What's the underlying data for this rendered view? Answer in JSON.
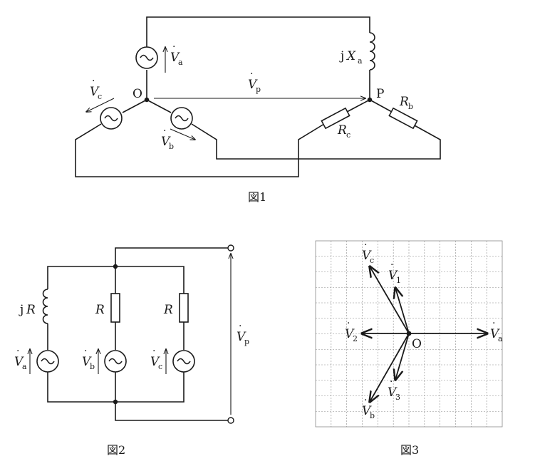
{
  "fig1": {
    "caption": "図1",
    "node_o": "O",
    "node_p": "P",
    "va": {
      "main": "V",
      "sub": "a"
    },
    "vb": {
      "main": "V",
      "sub": "b"
    },
    "vc": {
      "main": "V",
      "sub": "c"
    },
    "vp": {
      "main": "V",
      "sub": "p"
    },
    "jxa": {
      "prefix": "j",
      "main": "X",
      "sub": "a"
    },
    "rb": {
      "main": "R",
      "sub": "b"
    },
    "rc": {
      "main": "R",
      "sub": "c"
    }
  },
  "fig2": {
    "caption": "図2",
    "jr": {
      "prefix": "j",
      "main": "R"
    },
    "r1": "R",
    "r2": "R",
    "va": {
      "main": "V",
      "sub": "a"
    },
    "vb": {
      "main": "V",
      "sub": "b"
    },
    "vc": {
      "main": "V",
      "sub": "c"
    },
    "vp": {
      "main": "V",
      "sub": "p"
    }
  },
  "fig3": {
    "caption": "図3",
    "origin": "O",
    "va": {
      "main": "V",
      "sub": "a"
    },
    "vb": {
      "main": "V",
      "sub": "b"
    },
    "vc": {
      "main": "V",
      "sub": "c"
    },
    "v1": {
      "main": "V",
      "sub": "1"
    },
    "v2": {
      "main": "V",
      "sub": "2"
    },
    "v3": {
      "main": "V",
      "sub": "3"
    }
  }
}
